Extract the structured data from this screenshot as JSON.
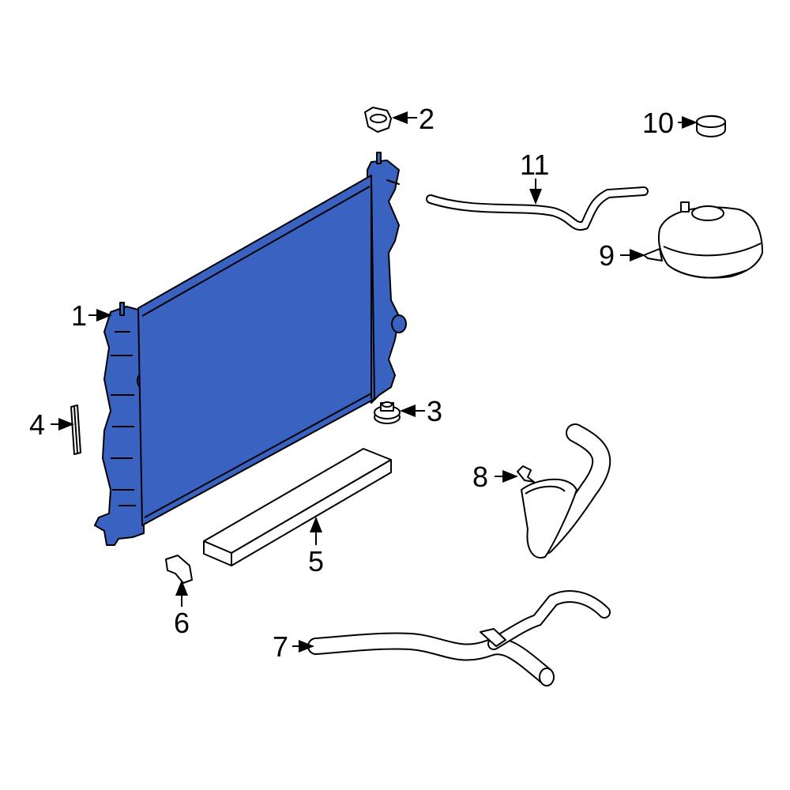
{
  "diagram": {
    "accent_color": "#3a62c0",
    "callouts": [
      {
        "number": "1",
        "part": "radiator"
      },
      {
        "number": "2",
        "part": "cap"
      },
      {
        "number": "3",
        "part": "mount-insulator"
      },
      {
        "number": "4",
        "part": "seal"
      },
      {
        "number": "5",
        "part": "air-deflector"
      },
      {
        "number": "6",
        "part": "bracket"
      },
      {
        "number": "7",
        "part": "lower-hose"
      },
      {
        "number": "8",
        "part": "hose-clamp-and-hose"
      },
      {
        "number": "9",
        "part": "reservoir"
      },
      {
        "number": "10",
        "part": "reservoir-cap"
      },
      {
        "number": "11",
        "part": "overflow-hose"
      }
    ]
  }
}
